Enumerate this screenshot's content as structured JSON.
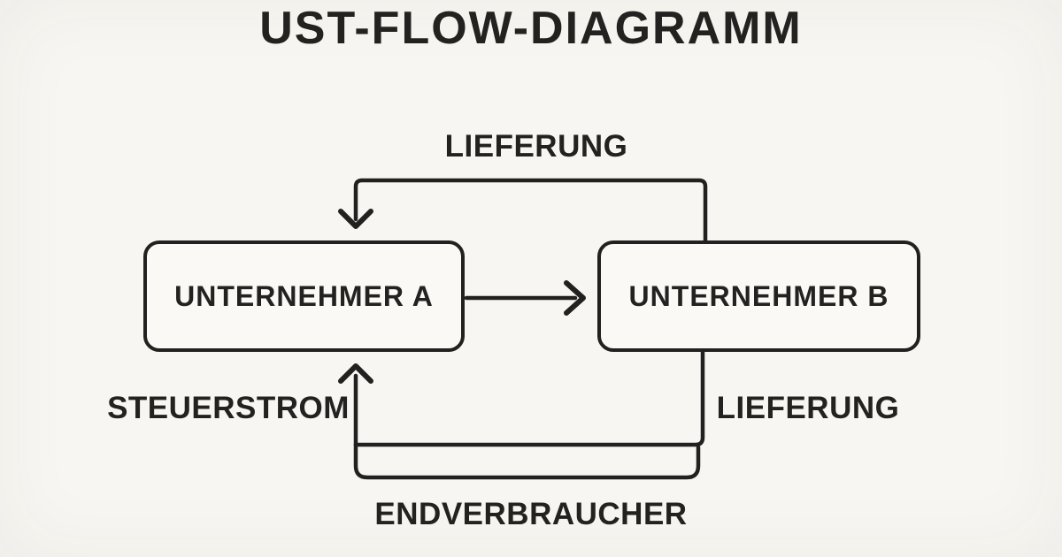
{
  "title": "UST-FLOW-DIAGRAMM",
  "diagram": {
    "type": "flow",
    "nodes": [
      {
        "id": "unternehmer-a",
        "label": "UNTERNEHMER A"
      },
      {
        "id": "unternehmer-b",
        "label": "UNTERNEHMER B"
      }
    ],
    "edges": [
      {
        "from": "UNTERNEHMER B",
        "to": "UNTERNEHMER A",
        "label": "LIEFERUNG",
        "route": "top",
        "arrow": "down-into-A"
      },
      {
        "from": "UNTERNEHMER A",
        "to": "UNTERNEHMER B",
        "label": "",
        "route": "middle-horizontal",
        "arrow": "right-into-B"
      },
      {
        "from": "ENDVERBRAUCHER",
        "to": "UNTERNEHMER A",
        "label": "STEUERSTROM",
        "route": "bottom-left",
        "arrow": "up-into-A"
      },
      {
        "from": "UNTERNEHMER B",
        "to": "ENDVERBRAUCHER",
        "label": "LIEFERUNG",
        "route": "bottom-right",
        "arrow": "none"
      }
    ],
    "labels": {
      "lieferung_top": "LIEFERUNG",
      "steuerstrom": "STEUERSTROM",
      "lieferung_right": "LIEFERUNG",
      "endverbraucher": "ENDVERBRAUCHER"
    },
    "colors": {
      "background": "#f8f6f2",
      "line": "#232120",
      "text": "#242220",
      "node_fill": "#faf9f6"
    }
  }
}
